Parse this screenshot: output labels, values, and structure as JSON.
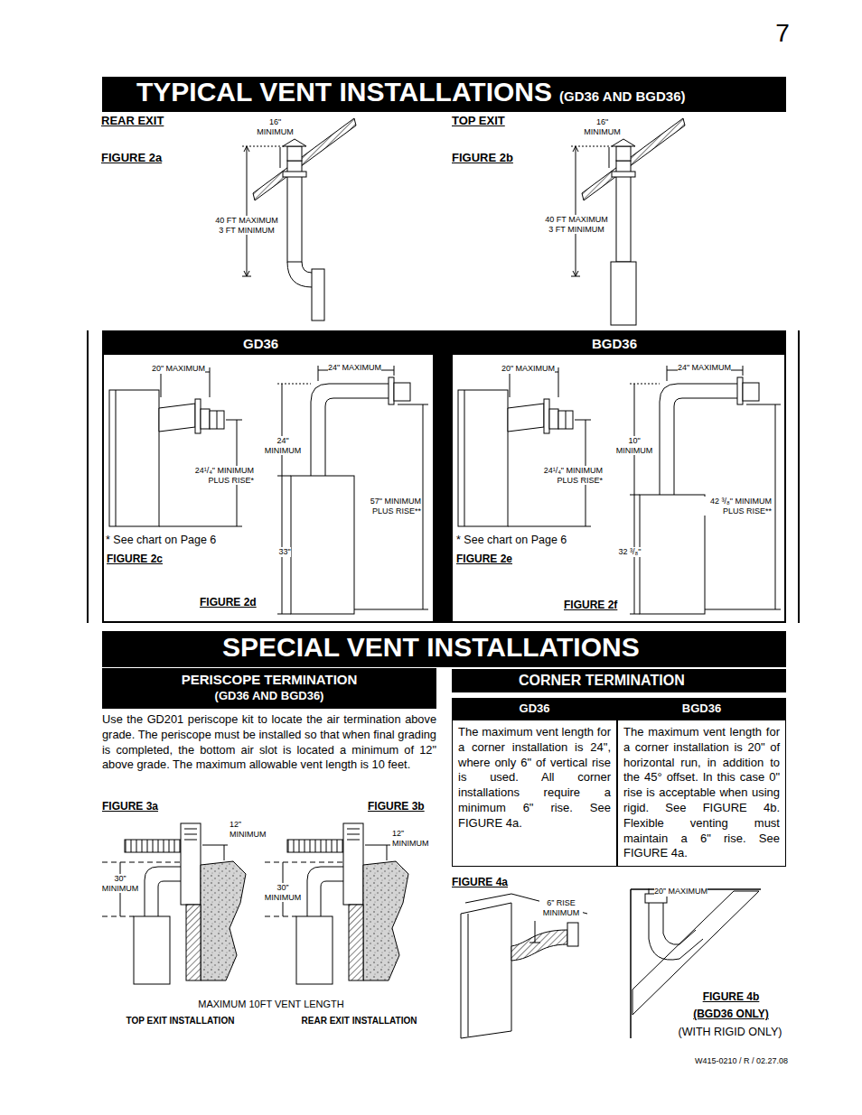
{
  "diagram": {
    "nodes": [
      {
        "text": [
          "TYPICAL VENT INSTALLATIONS",
          "(GD36 AND BGD36)"
        ]
      },
      {
        "text": [
          "GD36"
        ]
      },
      {
        "text": [
          "BGD36"
        ]
      },
      {
        "text": [
          "SPECIAL VENT INSTALLATIONS"
        ]
      },
      {
        "text": [
          "PERISCOPE TERMINATION",
          "(GD36 AND BGD36)"
        ]
      },
      {
        "text": [
          "CORNER TERMINATION"
        ]
      },
      {
        "text": [
          "GD36"
        ]
      },
      {
        "text": [
          "BGD36"
        ]
      },
      {
        "text": [
          "The maximum vent length for a corner installation is 24\", where only 6\" of vertical rise is used. All corner installations require a minimum 6\" rise. See FIGURE 4a."
        ]
      },
      {
        "text": [
          "The maximum vent length for a corner installation is 20\" of horizontal run, in addition to the 45° offset. In this case 0\" rise is acceptable when using rigid. See FIGURE 4b. Flexible venting must maintain a 6\" rise. See FIGURE 4a."
        ]
      }
    ],
    "labels": [
      "7",
      "REAR EXIT",
      "16\" MINIMUM",
      "FIGURE 2a",
      "40 FT MAXIMUM 3 FT MINIMUM",
      "TOP EXIT",
      "16\" MINIMUM",
      "FIGURE 2b",
      "40 FT MAXIMUM 3 FT MINIMUM",
      "20\" MAXIMUM",
      "24\" MAXIMUM",
      "24\" MINIMUM",
      "24¹/₄\" MINIMUM PLUS RISE*",
      "57\" MINIMUM PLUS RISE**",
      "* See chart on Page 6",
      "33\"",
      "FIGURE 2c",
      "FIGURE 2d",
      "20\" MAXIMUM",
      "24\" MAXIMUM",
      "10\" MINIMUM",
      "24¹/₄\" MINIMUM PLUS RISE*",
      "42 ³/₈\" MINIMUM PLUS RISE**",
      "* See chart on Page 6",
      "32 ³/₈\"",
      "FIGURE 2e",
      "FIGURE 2f",
      "Use the GD201 periscope kit to locate the air termination above grade. The periscope must be installed so that when final grading is completed, the bottom air slot is located a minimum of 12\" above grade. The maximum allowable vent length is 10 feet.",
      "FIGURE 3a",
      "FIGURE 3b",
      "12” MINIMUM",
      "12” MINIMUM",
      "30” MINIMUM",
      "30” MINIMUM",
      "MAXIMUM 10FT VENT LENGTH",
      "TOP EXIT INSTALLATION",
      "REAR EXIT INSTALLATION",
      "FIGURE 4a",
      "6” RISE MINIMUM",
      "20” MAXIMUM",
      "FIGURE 4b",
      "(BGD36 ONLY)",
      "(WITH RIGID ONLY)",
      "W415-0210 / R / 02.27.08"
    ]
  }
}
